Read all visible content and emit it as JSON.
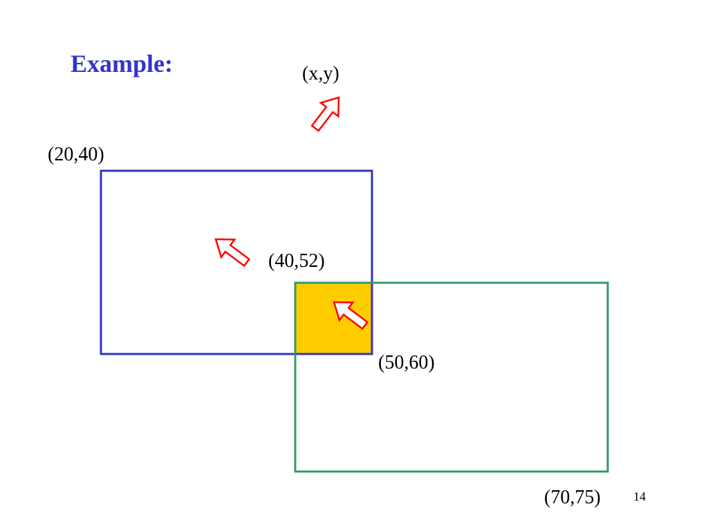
{
  "slide": {
    "title": "Example:",
    "page_number": "14"
  },
  "labels": {
    "query_point": "(x,y)",
    "rect1_top_left": "(20,40)",
    "rect2_top_left": "(40,52)",
    "rect1_bottom_right": "(50,60)",
    "rect2_bottom_right": "(70,75)"
  },
  "colors": {
    "title": "#3333cc",
    "rect1_border": "#3333bb",
    "rect2_border": "#339966",
    "intersection_fill": "#ffcc00",
    "arrow_outline": "#ff0000"
  }
}
